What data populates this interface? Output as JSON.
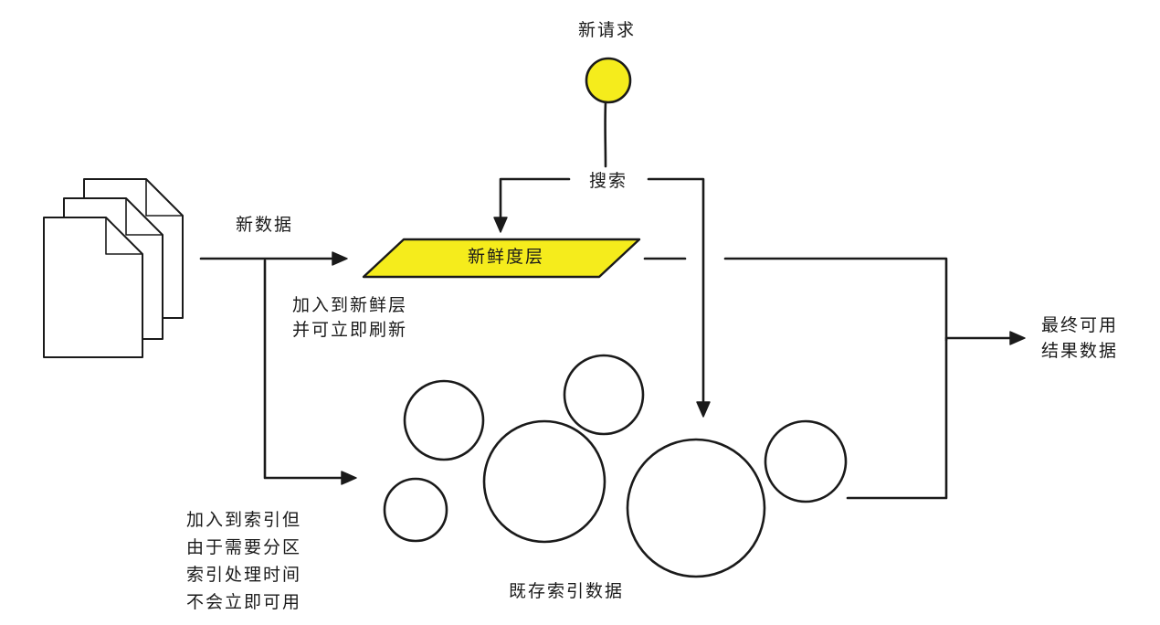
{
  "diagram": {
    "request_label": "新请求",
    "search_label": "搜索",
    "new_data_label": "新数据",
    "freshness_layer_label": "新鲜度层",
    "add_fresh_lines": [
      "加入到新鲜层",
      "并可立即刷新"
    ],
    "add_index_lines": [
      "加入到索引但",
      "由于需要分区",
      "索引处理时间",
      "不会立即可用"
    ],
    "existing_index_label": "既存索引数据",
    "final_result_lines": [
      "最终可用",
      "结果数据"
    ]
  },
  "colors": {
    "highlight_yellow": "#f5ec1c",
    "ink": "#1a1a1a",
    "background": "#ffffff"
  },
  "icons": {
    "documents": "document-stack-icon",
    "request": "request-dot-icon"
  }
}
